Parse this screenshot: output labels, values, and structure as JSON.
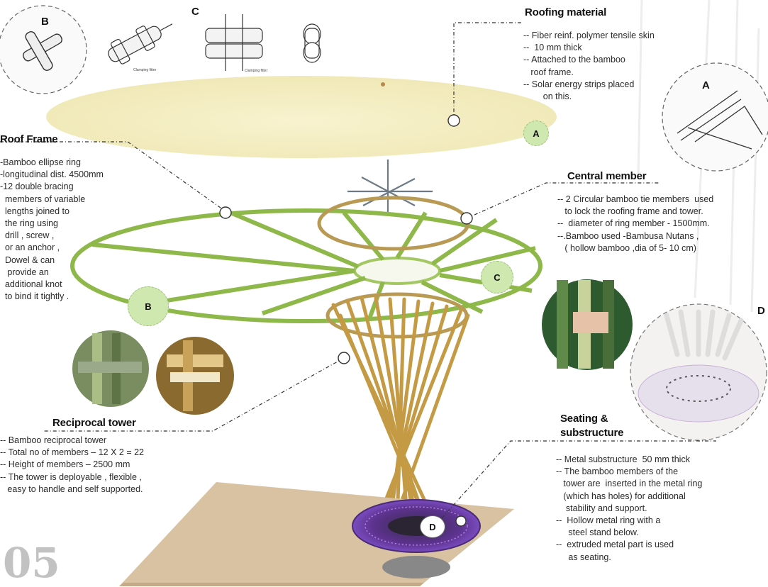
{
  "roofing": {
    "heading": "Roofing material",
    "lines": [
      "-- Fiber reinf. polymer tensile skin",
      "--  10 mm thick",
      "-- Attached to the bamboo",
      "   roof frame.",
      "-- Solar energy strips placed",
      "        on this."
    ]
  },
  "roof_frame": {
    "heading": "Roof Frame",
    "lines": [
      "-Bamboo ellipse ring",
      "-longitudinal dist. 4500mm",
      "-12 double bracing",
      "  members of variable",
      "  lengths joined to",
      "  the ring using",
      "  drill , screw ,",
      "  or an anchor ,",
      "  Dowel & can",
      "   provide an",
      "  additional knot",
      "  to bind it tightly ."
    ]
  },
  "central_member": {
    "heading": "Central member",
    "lines": [
      "-- 2 Circular bamboo tie members  used",
      "   to lock the roofing frame and tower.",
      "--  diameter of ring member - 1500mm.",
      "--.Bamboo used -Bambusa Nutans ,",
      "   ( hollow bamboo ,dia of 5- 10 cm)"
    ]
  },
  "reciprocal_tower": {
    "heading": "Reciprocal tower",
    "lines": [
      "-- Bamboo reciprocal tower",
      "-- Total no of members – 12 X 2 = 22",
      "-- Height of members – 2500 mm",
      "-- The tower is deployable , flexible ,",
      "   easy to handle and self supported."
    ]
  },
  "seating": {
    "heading_line1": "Seating &",
    "heading_line2": "substructure",
    "lines": [
      "-- Metal substructure  50 mm thick",
      "-- The bamboo members of the",
      "   tower are  inserted in the metal ring",
      "   (which has holes) for additional",
      "    stability and support.",
      "--  Hollow metal ring with a",
      "     steel stand below.",
      "--  extruded metal part is used",
      "     as seating."
    ]
  },
  "markers": {
    "a_label": "A",
    "b_label": "B",
    "c_label": "C",
    "d_label": "D"
  },
  "page_number": "05",
  "sketch_captions": {
    "clamping_1": "Clamping fitter",
    "clamping_2": "Clamping fitter"
  },
  "colors": {
    "roof_skin": "#f4efc4",
    "bamboo_green": "#8fb84a",
    "tie_ring": "#b89a55",
    "bamboo_tan": "#c49a45",
    "seat_purple": "#6a3fa0",
    "base_plate": "#d8c2a2"
  }
}
